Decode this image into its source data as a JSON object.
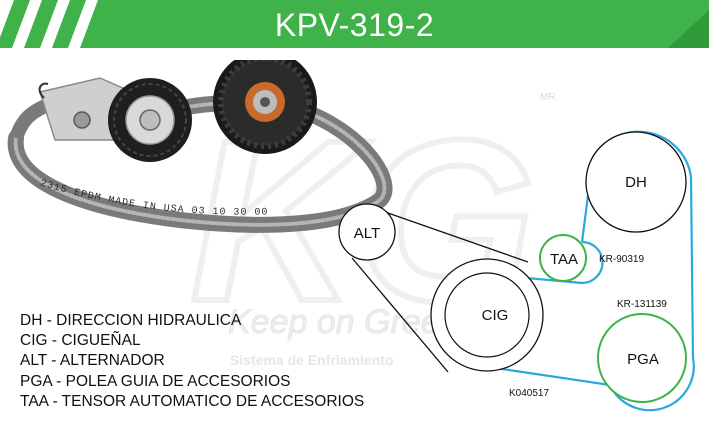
{
  "header": {
    "title": "KPV-319-2",
    "color": "#3fb24a"
  },
  "watermark": {
    "mark": "MR",
    "slogan": "Keep on Green",
    "subtitle": "Sistema de Enfriamiento"
  },
  "photo": {
    "belt_print": "2315 EPDM MADE IN USA 03 10 30 00"
  },
  "pulleys": {
    "alt": {
      "label": "ALT"
    },
    "cig": {
      "label": "CIG"
    },
    "taa": {
      "label": "TAA"
    },
    "dh": {
      "label": "DH"
    },
    "pga": {
      "label": "PGA"
    }
  },
  "part_numbers": {
    "taa": "KR-90319",
    "pga": "KR-131139",
    "belt": "K040517"
  },
  "belt_color": "#2aa7dd",
  "legend": [
    "DH - DIRECCION HIDRAULICA",
    "CIG - CIGUEÑAL",
    "ALT - ALTERNADOR",
    "PGA - POLEA GUIA DE ACCESORIOS",
    "TAA - TENSOR AUTOMATICO DE ACCESORIOS"
  ]
}
